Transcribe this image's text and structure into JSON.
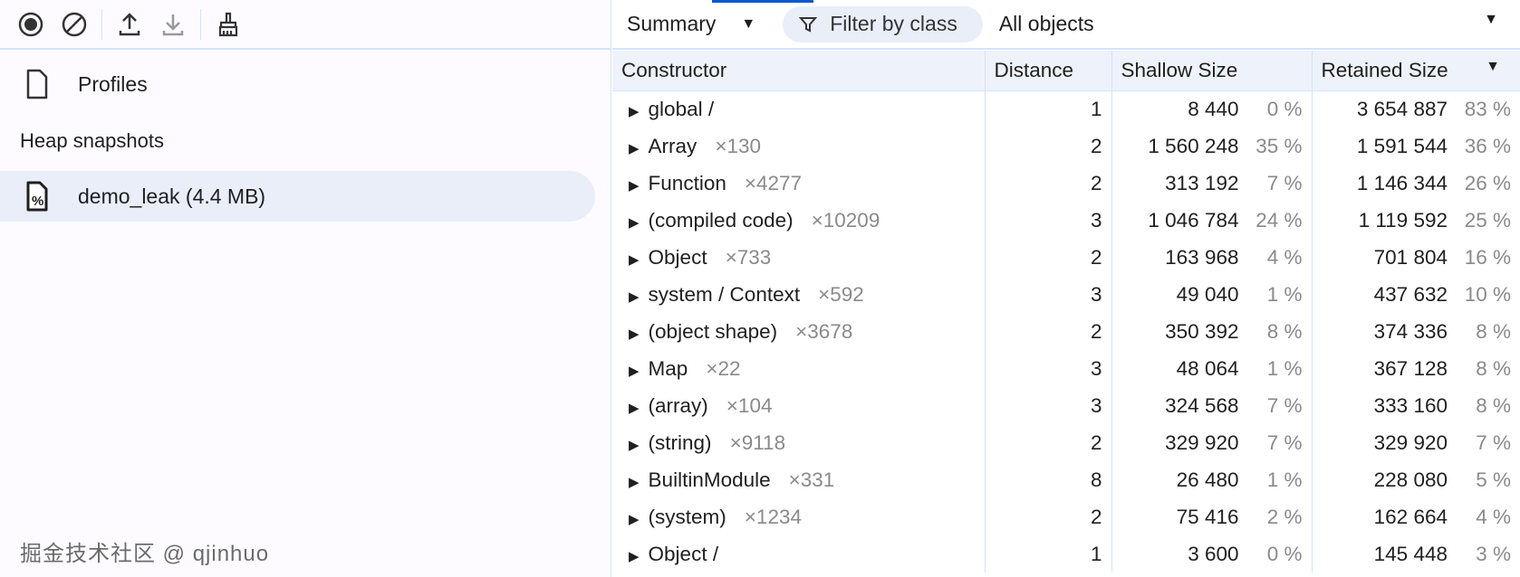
{
  "toolbar": {
    "icons": [
      "record-icon",
      "clear-icon",
      "upload-icon",
      "download-icon",
      "broom-icon"
    ]
  },
  "sidebar": {
    "profiles_label": "Profiles",
    "section_heading": "Heap snapshots",
    "snapshot_label": "demo_leak (4.4 MB)"
  },
  "view_toolbar": {
    "view_select": "Summary",
    "filter_placeholder": "Filter by class",
    "objects_select": "All objects"
  },
  "table": {
    "columns": [
      "Constructor",
      "Distance",
      "Shallow Size",
      "Retained Size"
    ],
    "sort_column": "Retained Size",
    "sort_direction": "descending",
    "rows": [
      {
        "name": "global /",
        "count": "",
        "distance": "1",
        "shallow": "8 440",
        "shallow_pct": "0 %",
        "retained": "3 654 887",
        "retained_pct": "83 %"
      },
      {
        "name": "Array",
        "count": "×130",
        "distance": "2",
        "shallow": "1 560 248",
        "shallow_pct": "35 %",
        "retained": "1 591 544",
        "retained_pct": "36 %"
      },
      {
        "name": "Function",
        "count": "×4277",
        "distance": "2",
        "shallow": "313 192",
        "shallow_pct": "7 %",
        "retained": "1 146 344",
        "retained_pct": "26 %"
      },
      {
        "name": "(compiled code)",
        "count": "×10209",
        "distance": "3",
        "shallow": "1 046 784",
        "shallow_pct": "24 %",
        "retained": "1 119 592",
        "retained_pct": "25 %"
      },
      {
        "name": "Object",
        "count": "×733",
        "distance": "2",
        "shallow": "163 968",
        "shallow_pct": "4 %",
        "retained": "701 804",
        "retained_pct": "16 %"
      },
      {
        "name": "system / Context",
        "count": "×592",
        "distance": "3",
        "shallow": "49 040",
        "shallow_pct": "1 %",
        "retained": "437 632",
        "retained_pct": "10 %"
      },
      {
        "name": "(object shape)",
        "count": "×3678",
        "distance": "2",
        "shallow": "350 392",
        "shallow_pct": "8 %",
        "retained": "374 336",
        "retained_pct": "8 %"
      },
      {
        "name": "Map",
        "count": "×22",
        "distance": "3",
        "shallow": "48 064",
        "shallow_pct": "1 %",
        "retained": "367 128",
        "retained_pct": "8 %"
      },
      {
        "name": "(array)",
        "count": "×104",
        "distance": "3",
        "shallow": "324 568",
        "shallow_pct": "7 %",
        "retained": "333 160",
        "retained_pct": "8 %"
      },
      {
        "name": "(string)",
        "count": "×9118",
        "distance": "2",
        "shallow": "329 920",
        "shallow_pct": "7 %",
        "retained": "329 920",
        "retained_pct": "7 %"
      },
      {
        "name": "BuiltinModule",
        "count": "×331",
        "distance": "8",
        "shallow": "26 480",
        "shallow_pct": "1 %",
        "retained": "228 080",
        "retained_pct": "5 %"
      },
      {
        "name": "(system)",
        "count": "×1234",
        "distance": "2",
        "shallow": "75 416",
        "shallow_pct": "2 %",
        "retained": "162 664",
        "retained_pct": "4 %"
      },
      {
        "name": "Object /",
        "count": "",
        "distance": "1",
        "shallow": "3 600",
        "shallow_pct": "0 %",
        "retained": "145 448",
        "retained_pct": "3 %"
      }
    ]
  },
  "watermark": "掘金技术社区 @ qjinhuo",
  "colors": {
    "accent": "#0b57d0",
    "selected_bg": "#e9eef9",
    "border": "#d3e3fd"
  }
}
